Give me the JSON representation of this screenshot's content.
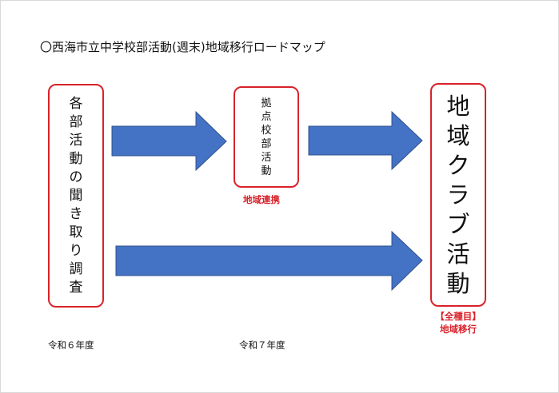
{
  "title": "〇西海市立中学校部活動(週末)地域移行ロードマップ",
  "boxes": {
    "survey": {
      "label": "各部活動の聞き取り調査",
      "chars": [
        "各",
        "部",
        "活",
        "動",
        "の",
        "聞",
        "き",
        "取",
        "り",
        "調",
        "査"
      ]
    },
    "hub": {
      "label": "拠点校部活動",
      "chars": [
        "拠",
        "点",
        "校",
        "部",
        "活",
        "動"
      ]
    },
    "club": {
      "label": "地域クラブ活動",
      "chars": [
        "地",
        "域",
        "ク",
        "ラ",
        "ブ",
        "活",
        "動"
      ]
    }
  },
  "labels": {
    "regional_coop": "地域連携",
    "all_events": "【全種目】",
    "regional_transition": "地域移行"
  },
  "years": {
    "r6": "令和６年度",
    "r7": "令和７年度"
  },
  "colors": {
    "arrow_fill": "#4472c4",
    "box_border": "#d9222a",
    "label_red": "#d9222a"
  }
}
